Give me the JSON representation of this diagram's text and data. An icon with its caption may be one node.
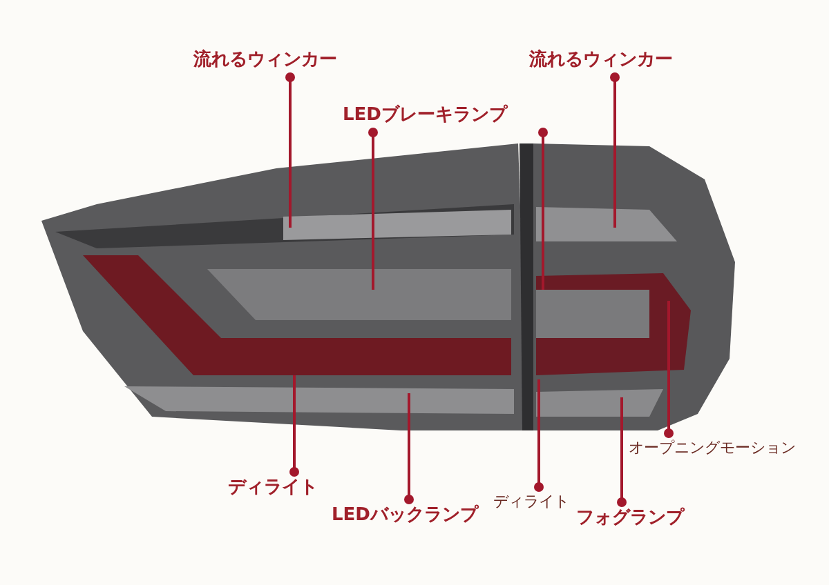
{
  "diagram": {
    "nodes": [
      {
        "text": [
          "流れるウィンカー"
        ]
      },
      {
        "text": [
          "流れるウィンカー"
        ]
      },
      {
        "text": [
          "LEDブレーキランプ"
        ]
      },
      {
        "text": [
          "オープニングモーション"
        ]
      },
      {
        "text": [
          "ディライト"
        ]
      },
      {
        "text": [
          "ディライト"
        ]
      },
      {
        "text": [
          "フォグランプ"
        ]
      },
      {
        "text": [
          "LEDバックランプ"
        ]
      }
    ],
    "edges": [
      {
        "from": 0,
        "to": null,
        "arrow": "other"
      },
      {
        "from": 1,
        "to": null,
        "arrow": "other"
      },
      {
        "from": 2,
        "to": null,
        "arrow": "other"
      },
      {
        "from": 2,
        "to": null,
        "arrow": "other"
      },
      {
        "from": 3,
        "to": null,
        "arrow": "other"
      },
      {
        "from": 4,
        "to": null,
        "arrow": "other"
      },
      {
        "from": 5,
        "to": null,
        "arrow": "other"
      },
      {
        "from": 6,
        "to": null,
        "arrow": "other"
      },
      {
        "from": 7,
        "to": null,
        "arrow": "other"
      }
    ]
  }
}
